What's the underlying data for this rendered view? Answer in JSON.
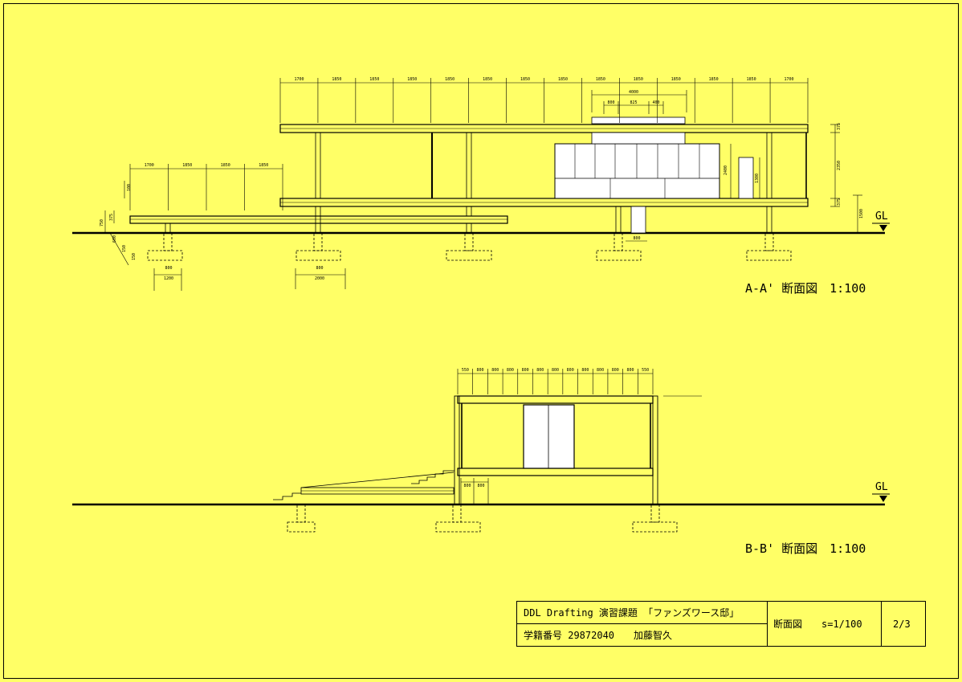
{
  "section_aa": {
    "title": "A-A' 断面図　1:100",
    "ground_label": "GL",
    "top_dims": [
      "1700",
      "1850",
      "1850",
      "1850",
      "1850",
      "1850",
      "1850",
      "1850",
      "1850",
      "1850",
      "1850",
      "1850",
      "1850",
      "1700"
    ],
    "roof_overall": "4000",
    "roof_sub": [
      "800",
      "825",
      "400"
    ],
    "terrace_dims": [
      "1700",
      "1850",
      "1850",
      "1850"
    ],
    "right_dims": [
      "375",
      "2350",
      "375"
    ],
    "right_height": "1500",
    "door_height": "1300",
    "core_height": "2400",
    "left_vertical": [
      "100",
      "750",
      "375"
    ],
    "left_steps": [
      "600",
      "150",
      "150"
    ],
    "footing_dims": [
      {
        "top": "800",
        "bottom": "1200"
      },
      {
        "top": "800",
        "bottom": "2000"
      },
      {
        "top": "800",
        "bottom": ""
      }
    ]
  },
  "section_bb": {
    "title": "B-B' 断面図　1:100",
    "ground_label": "GL",
    "top_dims": [
      "550",
      "800",
      "800",
      "800",
      "800",
      "800",
      "800",
      "800",
      "800",
      "800",
      "800",
      "800",
      "550"
    ],
    "base_dims": [
      "800",
      "800"
    ]
  },
  "title_block": {
    "project": "DDL Drafting 演習課題 「ファンズワース邸」",
    "student": "学籍番号 29872040　　加藤智久",
    "drawing": "断面図　　s=1/100",
    "sheet": "2/3"
  }
}
